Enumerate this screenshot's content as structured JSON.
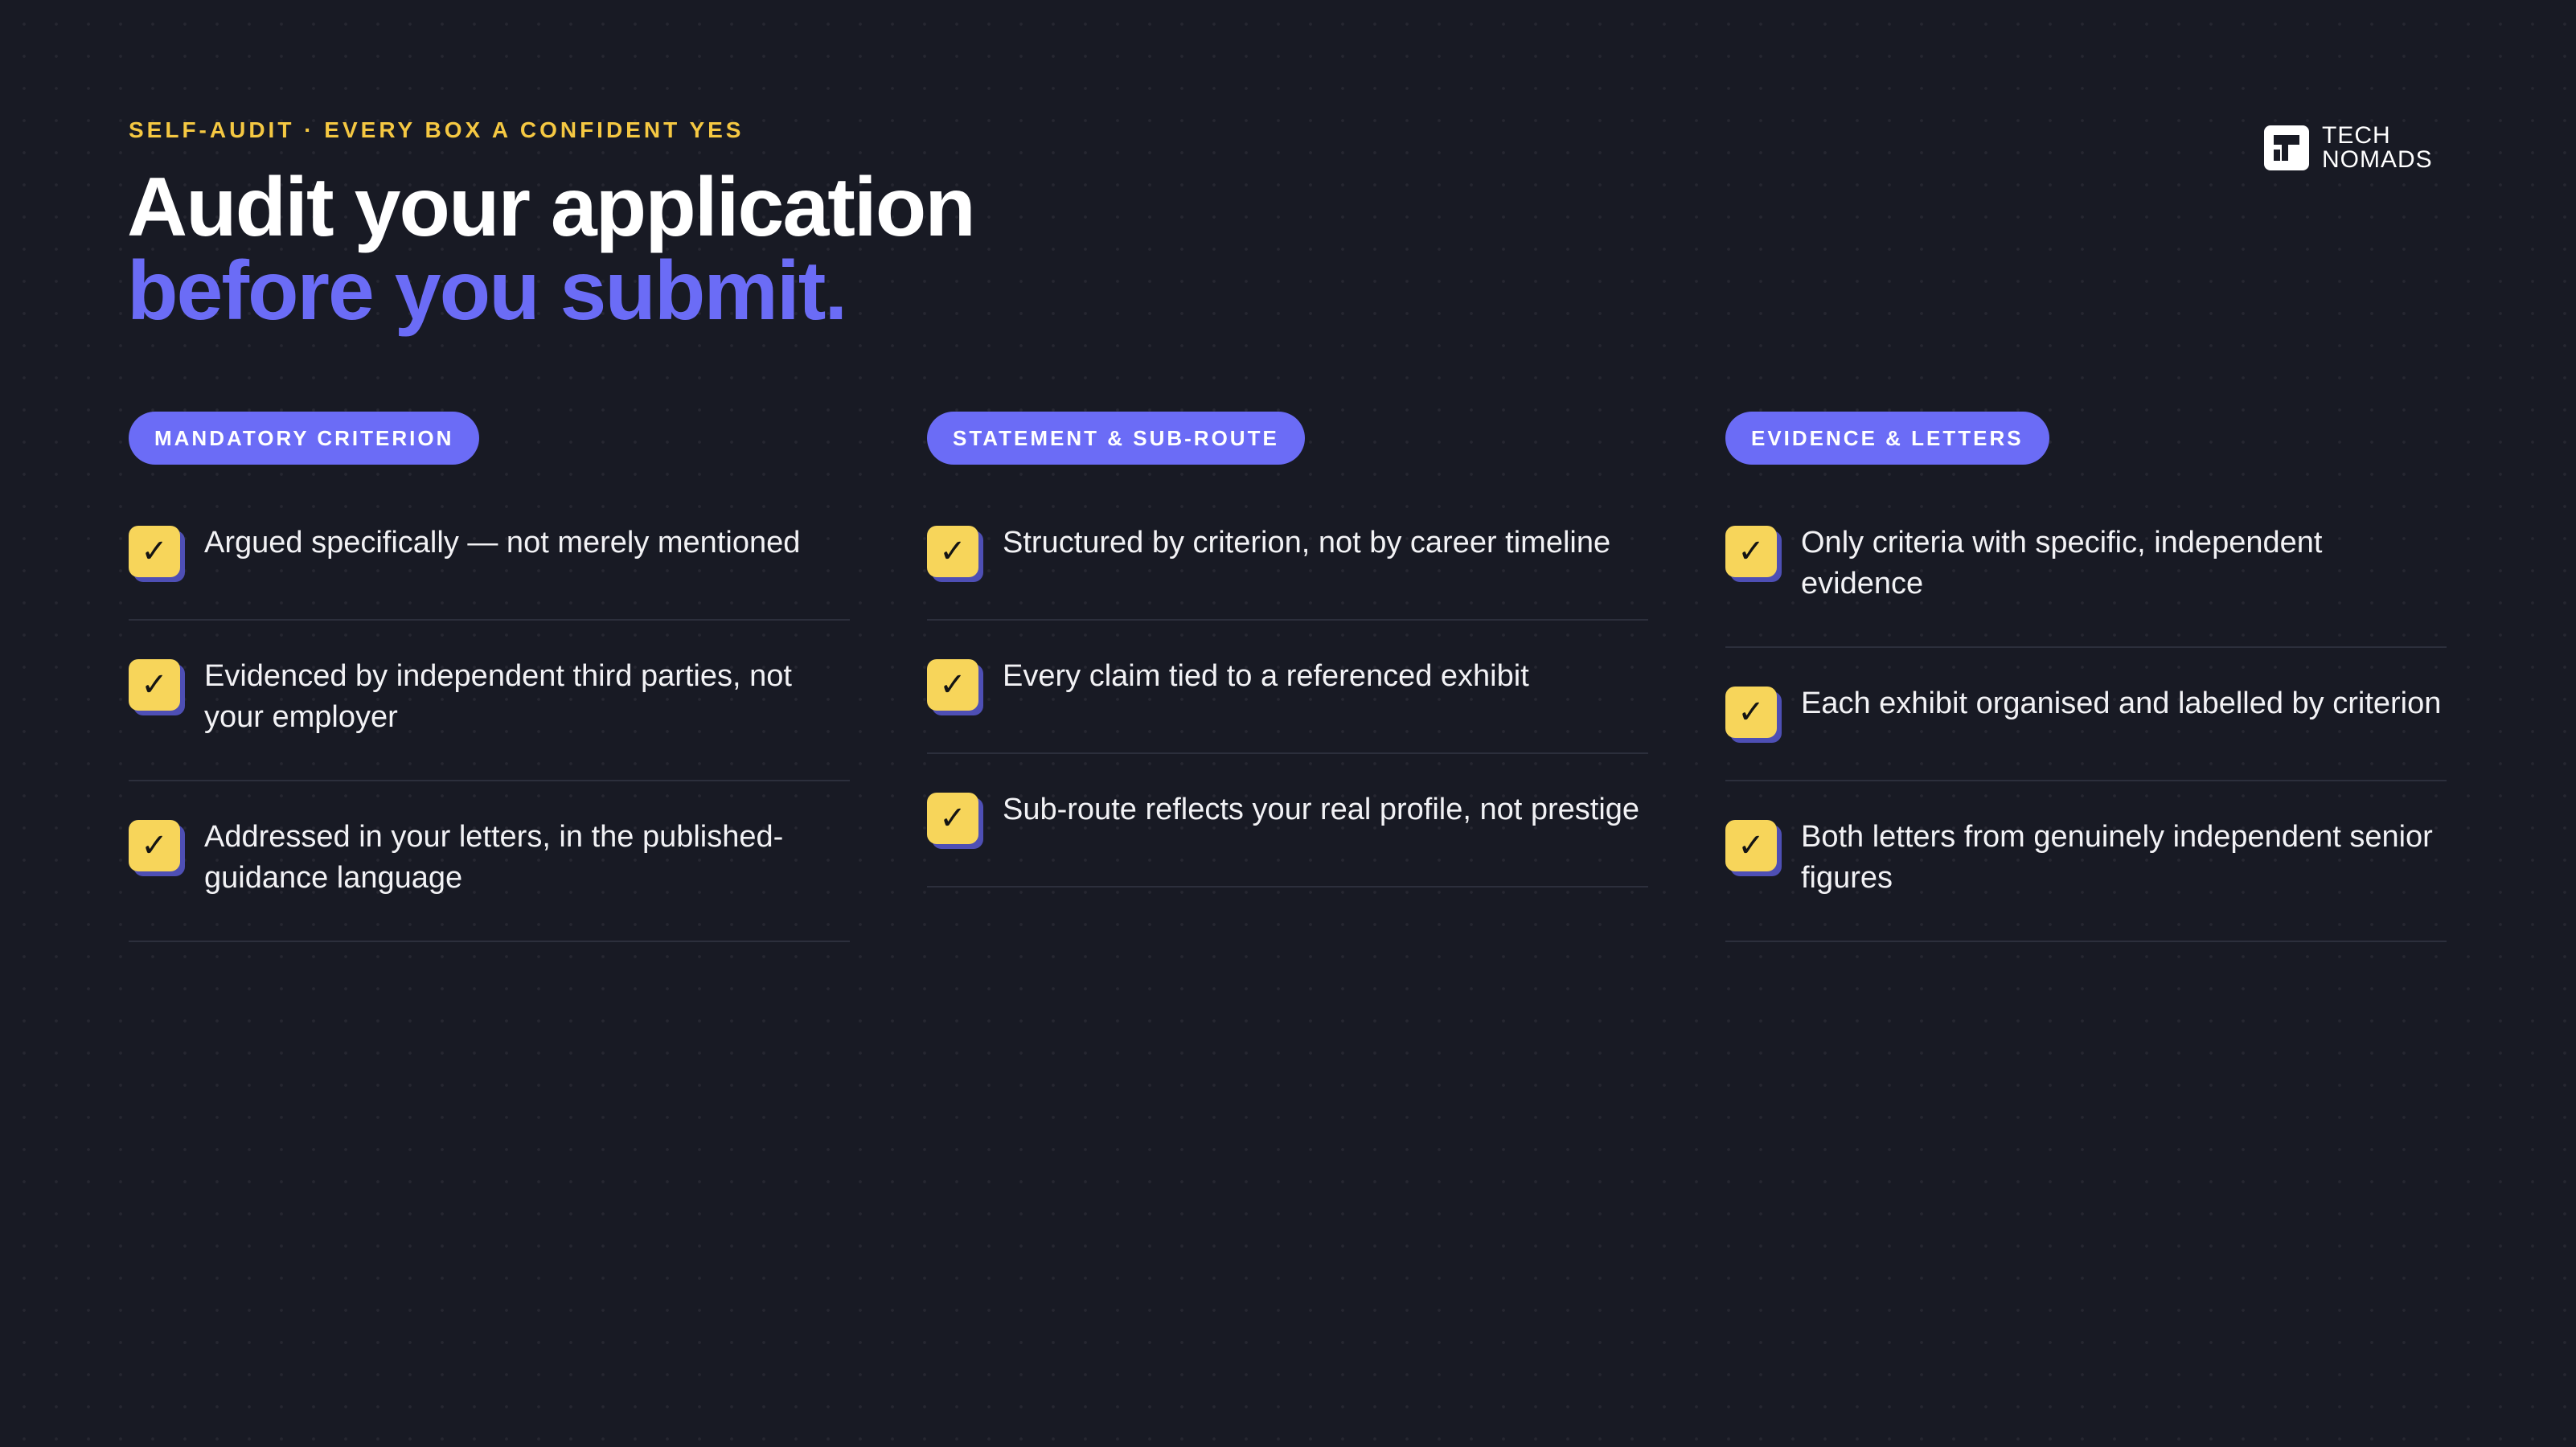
{
  "header": {
    "eyebrow": "SELF-AUDIT · EVERY BOX A CONFIDENT YES",
    "title_line1": "Audit your application",
    "title_line2": "before you submit."
  },
  "logo": {
    "line1": "TECH",
    "line2": "NOMADS",
    "icon": "tech-nomads-logo-icon"
  },
  "colors": {
    "background": "#181a24",
    "accent": "#6b6cf6",
    "eyebrow": "#f5c842",
    "checkbox": "#f7d55a"
  },
  "columns": [
    {
      "label": "MANDATORY CRITERION",
      "items": [
        "Argued specifically — not merely mentioned",
        "Evidenced by independent third parties, not your employer",
        "Addressed in your letters, in the published-guidance language"
      ]
    },
    {
      "label": "STATEMENT & SUB-ROUTE",
      "items": [
        "Structured by criterion, not by career timeline",
        "Every claim tied to a referenced exhibit",
        "Sub-route reflects your real profile, not prestige"
      ]
    },
    {
      "label": "EVIDENCE & LETTERS",
      "items": [
        "Only criteria with specific, independent evidence",
        "Each exhibit organised and labelled by criterion",
        "Both letters from genuinely independent senior figures"
      ]
    }
  ]
}
